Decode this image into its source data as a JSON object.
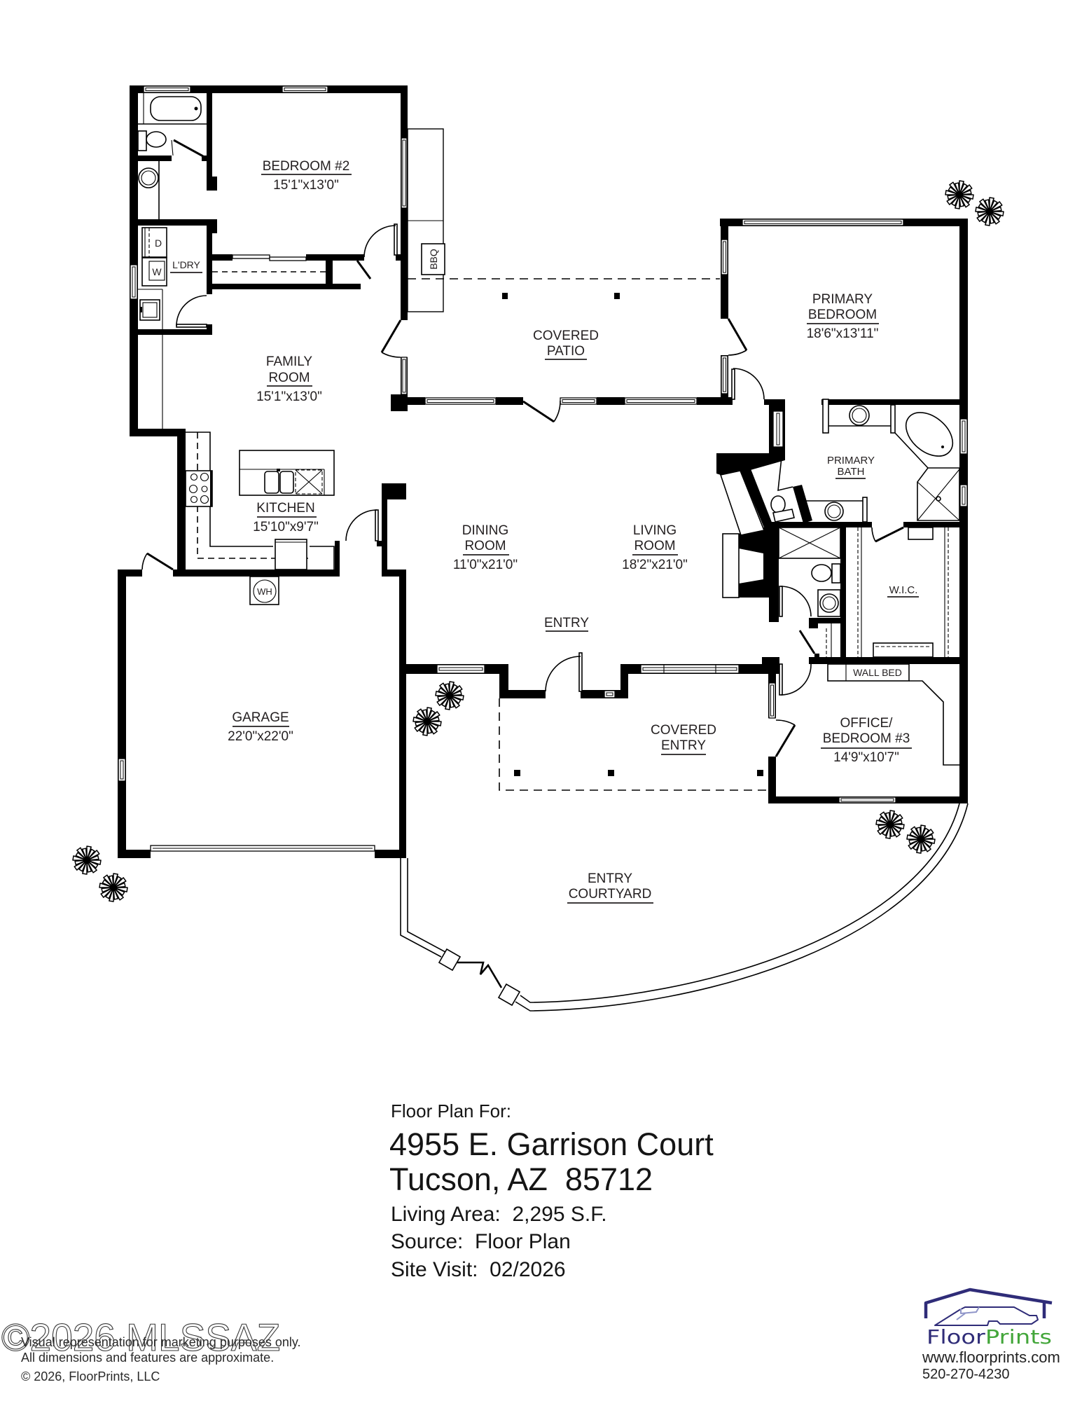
{
  "floor_plan": {
    "rooms": [
      {
        "name": [
          "BEDROOM #2"
        ],
        "dimensions": "15'1\"x13'0\""
      },
      {
        "name": [
          "L'DRY"
        ]
      },
      {
        "name": [
          "FAMILY",
          "ROOM"
        ],
        "dimensions": "15'1\"x13'0\""
      },
      {
        "name": [
          "KITCHEN"
        ],
        "dimensions": "15'10\"x9'7\""
      },
      {
        "name": [
          "COVERED",
          "PATIO"
        ]
      },
      {
        "name": [
          "PRIMARY",
          "BEDROOM"
        ],
        "dimensions": "18'6\"x13'11\""
      },
      {
        "name": [
          "PRIMARY",
          "BATH"
        ]
      },
      {
        "name": [
          "DINING",
          "ROOM"
        ],
        "dimensions": "11'0\"x21'0\""
      },
      {
        "name": [
          "LIVING",
          "ROOM"
        ],
        "dimensions": "18'2\"x21'0\""
      },
      {
        "name": [
          "W.I.C."
        ]
      },
      {
        "name": [
          "ENTRY"
        ]
      },
      {
        "name": [
          "GARAGE"
        ],
        "dimensions": "22'0\"x22'0\""
      },
      {
        "name": [
          "COVERED",
          "ENTRY"
        ]
      },
      {
        "name": [
          "OFFICE/",
          "BEDROOM #3"
        ],
        "dimensions": "14'9\"x10'7\""
      },
      {
        "name": [
          "ENTRY",
          "COURTYARD"
        ]
      }
    ],
    "fixtures": {
      "bbq": "BBQ",
      "dryer": "D",
      "washer": "W",
      "water_heater": "WH",
      "wall_bed": "WALL BED"
    },
    "colors": {
      "wall": "#000000",
      "text": "#231f20"
    }
  },
  "property_info": {
    "heading": "Floor Plan For:",
    "address_line_1": "4955 E. Garrison Court",
    "address_line_2": "Tucson, AZ  85712",
    "living_area": "Living Area:  2,295 S.F.",
    "source": "Source:  Floor Plan",
    "site_visit": "Site Visit:  02/2026"
  },
  "disclaimer": {
    "lines": [
      "Visual representation for marketing purposes only.",
      "All dimensions and features are approximate.",
      "© 2026, FloorPrints, LLC"
    ]
  },
  "watermark": "©2026 MLSSAZ",
  "logo": {
    "brand_first": "Floor",
    "brand_second": "Prints",
    "website": "www.floorprints.com",
    "phone": "520-270-4230",
    "colors": {
      "navy": "#2f2c78",
      "green": "#43a63a"
    }
  }
}
